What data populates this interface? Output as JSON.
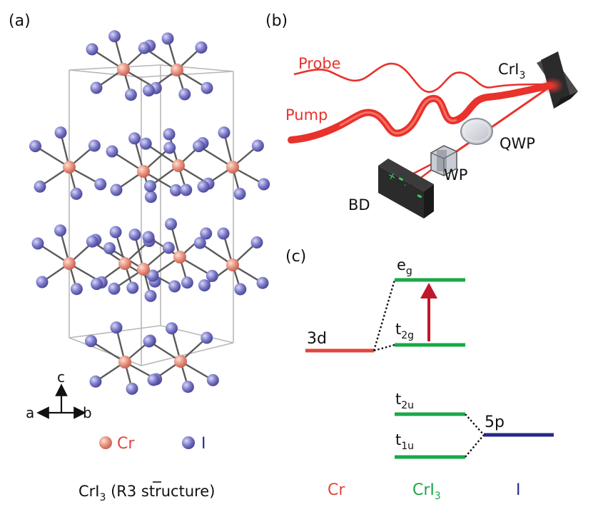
{
  "panels": {
    "a": "(a)",
    "b": "(b)",
    "c": "(c)"
  },
  "panel_a": {
    "axes": {
      "c": "c",
      "a": "a",
      "b": "b"
    },
    "legend": {
      "cr": "Cr",
      "i": "I"
    },
    "caption": {
      "main": "CrI",
      "sub": "3",
      "structure": " (R3 structure)"
    },
    "colors": {
      "cr_atom": "#e8907e",
      "i_atom": "#7a78c8",
      "bond": "#5a5a5a",
      "cell": "#b8b8b8",
      "cr_text": "#e0463a",
      "i_text": "#2a2a8a"
    }
  },
  "panel_b": {
    "probe": "Probe",
    "pump": "Pump",
    "sample": {
      "main": "CrI",
      "sub": "3"
    },
    "qwp": "QWP",
    "wp": "WP",
    "bd": "BD",
    "colors": {
      "beam": "#e8322c",
      "optic_dark": "#2b2b2b",
      "qwp_glass": "#d9dce2"
    }
  },
  "panel_c": {
    "levels": {
      "eg": {
        "main": "e",
        "sub": "g"
      },
      "t2g": {
        "main": "t",
        "sub": "2g"
      },
      "t2u": {
        "main": "t",
        "sub": "2u"
      },
      "t1u": {
        "main": "t",
        "sub": "1u"
      },
      "cr_3d": "3d",
      "i_5p": "5p"
    },
    "columns": {
      "cr": "Cr",
      "cri3": {
        "main": "CrI",
        "sub": "3"
      },
      "i": "I"
    },
    "colors": {
      "cr": "#e0463a",
      "cri3": "#1aa84a",
      "i": "#26298a",
      "arrow": "#c0162a"
    }
  }
}
